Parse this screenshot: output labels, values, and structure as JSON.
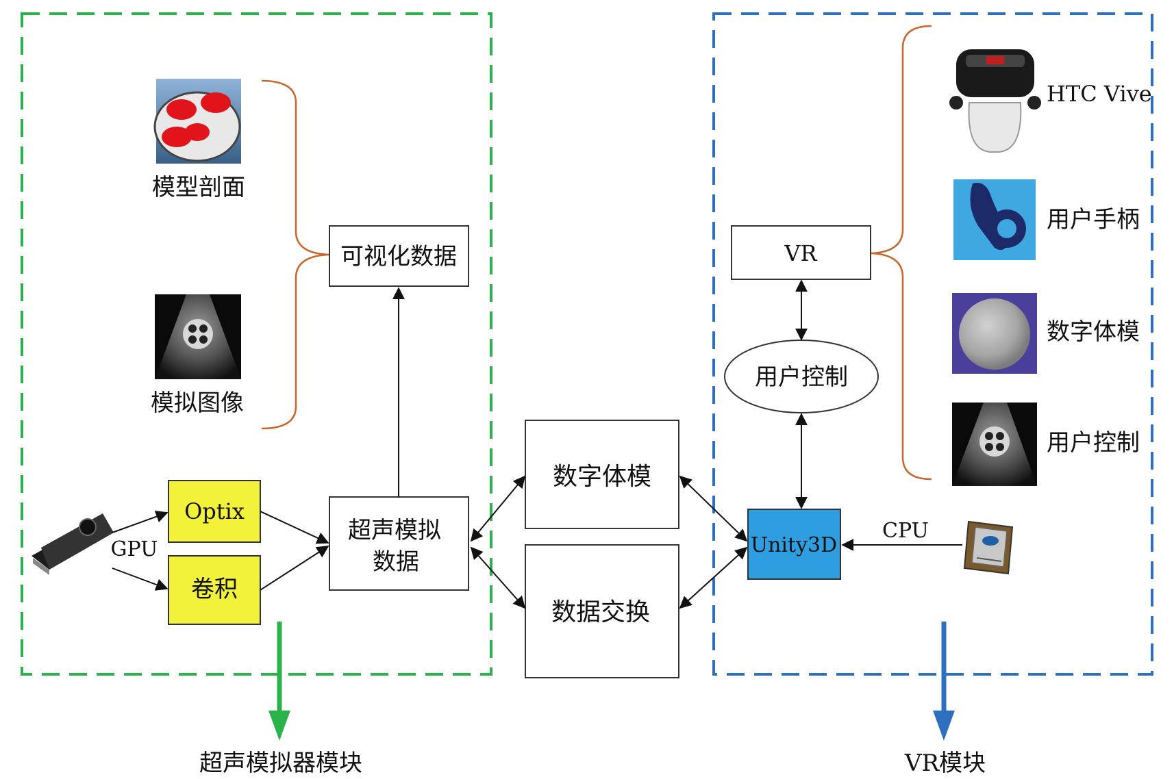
{
  "left_module": {
    "caption": "超声模拟器模块",
    "images": [
      {
        "label": "模型剖面",
        "icon": "model-section-icon"
      },
      {
        "label": "模拟图像",
        "icon": "ultrasound-image-icon"
      }
    ],
    "visual_data": "可视化数据",
    "optix": "Optix",
    "conv": "卷积",
    "gpu": "GPU",
    "gpu_icon": "gpu-card-icon",
    "sim_data": [
      "超声模拟",
      "数据"
    ]
  },
  "middle": {
    "phantom": "数字体模",
    "exchange": "数据交换"
  },
  "right_module": {
    "caption": "VR模块",
    "vr": "VR",
    "user_control": "用户控制",
    "unity": "Unity3D",
    "cpu": "CPU",
    "cpu_icon": "cpu-chip-icon",
    "devices": [
      {
        "label": "HTC Vive",
        "icon": "vr-headset-icon"
      },
      {
        "label": "用户手柄",
        "icon": "controller-icon"
      },
      {
        "label": "数字体模",
        "icon": "sphere-phantom-icon"
      },
      {
        "label": "用户控制",
        "icon": "ultrasound-image-icon"
      }
    ]
  },
  "colors": {
    "left_border": "#2bb24a",
    "right_border": "#2f6fbf",
    "yellow_box": "#f2f23a",
    "unity_box": "#2f9ee0",
    "brace": "#c8662c"
  }
}
